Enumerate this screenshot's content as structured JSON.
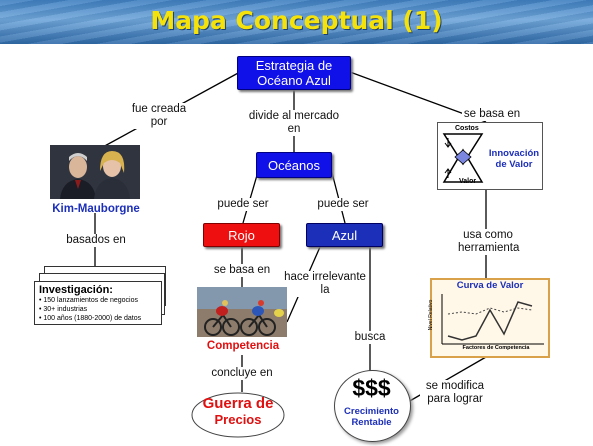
{
  "title": "Mapa Conceptual (1)",
  "nodes": {
    "estrategia": "Estrategia de Océano Azul",
    "oceanos": "Océanos",
    "rojo": "Rojo",
    "azul": "Azul",
    "kim": "Kim-Mauborgne",
    "competencia": "Competencia",
    "guerra_line1": "Guerra de",
    "guerra_line2": "Precios",
    "dollars": "$$$",
    "crecimiento_line1": "Crecimiento",
    "crecimiento_line2": "Rentable",
    "innovacion_line1": "Innovación",
    "innovacion_line2": "de Valor",
    "costos": "Costos",
    "valor": "Valor",
    "curva": "Curva de Valor",
    "nivel_relativo": "Nivel Relativo",
    "factores": "Factores de Competencia"
  },
  "research": {
    "heading": "Investigación:",
    "items": [
      "• 150 lanzamientos de negocios",
      "• 30+ industrias",
      "• 100 años (1880-2000) de datos"
    ]
  },
  "links": {
    "fue_creada_1": "fue creada",
    "fue_creada_2": "por",
    "divide_1": "divide al mercado",
    "divide_2": "en",
    "se_basa_en_top": "se basa en",
    "puede_ser_1": "puede ser",
    "puede_ser_2": "puede ser",
    "basados_en": "basados en",
    "se_basa_en_rojo": "se basa en",
    "hace_irrelevante_1": "hace irrelevante",
    "hace_irrelevante_2": "la",
    "busca": "busca",
    "concluye_en": "concluye en",
    "usa_como_1": "usa como",
    "usa_como_2": "herramienta",
    "se_modifica_1": "se modifica",
    "se_modifica_2": "para lograr"
  },
  "colors": {
    "banner_text": "#f5e20a",
    "blue_box": "#1010e8",
    "red_box": "#ee1010",
    "dark_blue": "#1c2fb8",
    "red_text": "#e01010"
  }
}
